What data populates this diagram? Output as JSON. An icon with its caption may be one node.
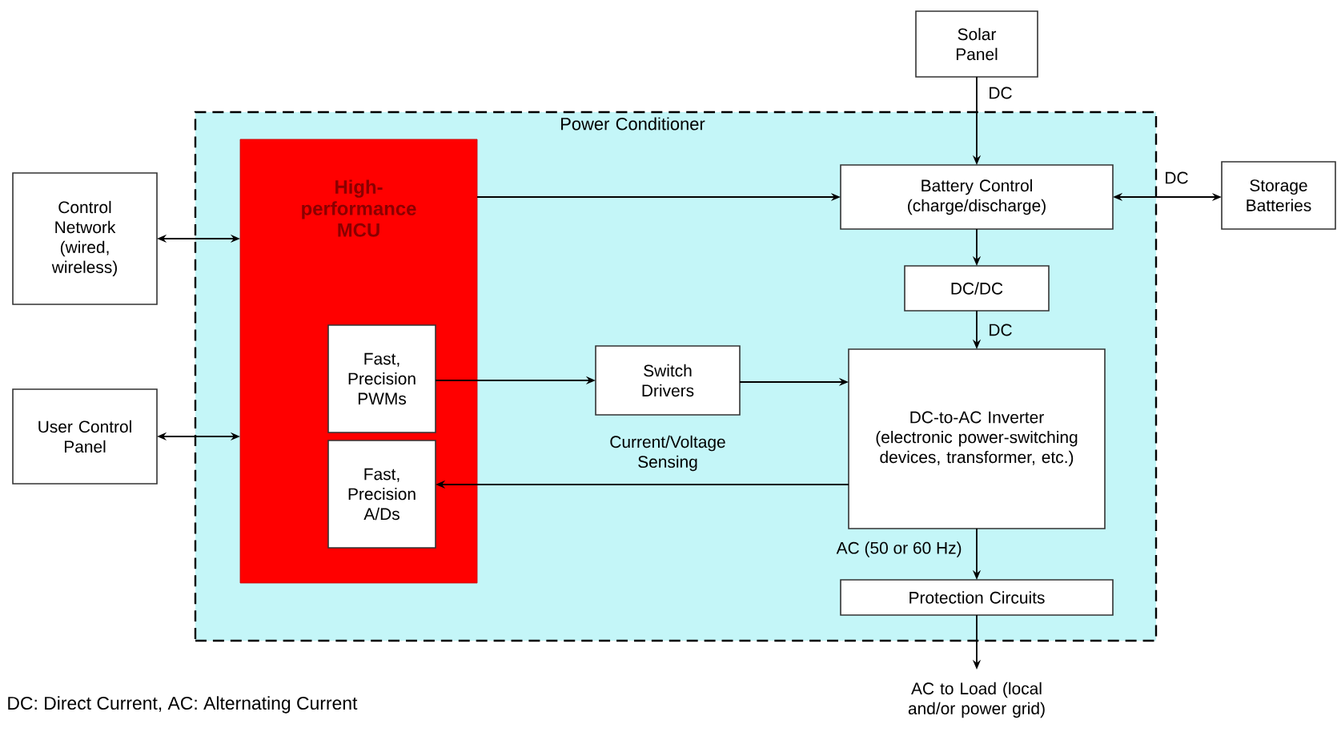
{
  "diagram": {
    "nodes": [
      {
        "text": [
          "Power Conditioner"
        ]
      },
      {
        "text": [
          "Control Network (wired, wireless)"
        ]
      },
      {
        "text": [
          "User Control Panel"
        ]
      },
      {
        "text": [
          "High-performance MCU"
        ],
        "in": 0
      },
      {
        "text": [
          "Fast, Precision PWMs"
        ],
        "in": 3
      },
      {
        "text": [
          "Fast, Precision A/Ds"
        ],
        "in": 3
      },
      {
        "text": [
          "Solar Panel"
        ]
      },
      {
        "text": [
          "Battery Control (charge/discharge)"
        ],
        "in": 0
      },
      {
        "text": [
          "Storage Batteries"
        ]
      },
      {
        "text": [
          "DC/DC"
        ],
        "in": 0
      },
      {
        "text": [
          "Switch Drivers"
        ],
        "in": 0
      },
      {
        "text": [
          "DC-to-AC Inverter (electronic power-switching devices, transformer, etc.)"
        ],
        "in": 0
      },
      {
        "text": [
          "Protection Circuits"
        ],
        "in": 0
      },
      {
        "text": [
          "AC to Load (local and/or power grid)"
        ]
      }
    ],
    "edges": [
      {
        "from": 1,
        "to": 3,
        "arrow": "both"
      },
      {
        "from": 2,
        "to": 3,
        "arrow": "both"
      },
      {
        "from": 3,
        "to": 7,
        "arrow": "to"
      },
      {
        "from": 6,
        "to": 7,
        "arrow": "to",
        "label": "DC"
      },
      {
        "from": 7,
        "to": 8,
        "arrow": "both",
        "label": "DC"
      },
      {
        "from": 7,
        "to": 9,
        "arrow": "to"
      },
      {
        "from": 9,
        "to": 11,
        "arrow": "to",
        "label": "DC"
      },
      {
        "from": 4,
        "to": 10,
        "arrow": "to"
      },
      {
        "from": 10,
        "to": 11,
        "arrow": "to"
      },
      {
        "from": 11,
        "to": 5,
        "arrow": "to",
        "label": "Current/Voltage Sensing"
      },
      {
        "from": 11,
        "to": 12,
        "arrow": "to",
        "label": "AC (50 or 60 Hz)"
      },
      {
        "from": 12,
        "to": 13,
        "arrow": "to"
      }
    ],
    "labels": [
      "DC: Direct Current, AC: Alternating Current"
    ]
  }
}
